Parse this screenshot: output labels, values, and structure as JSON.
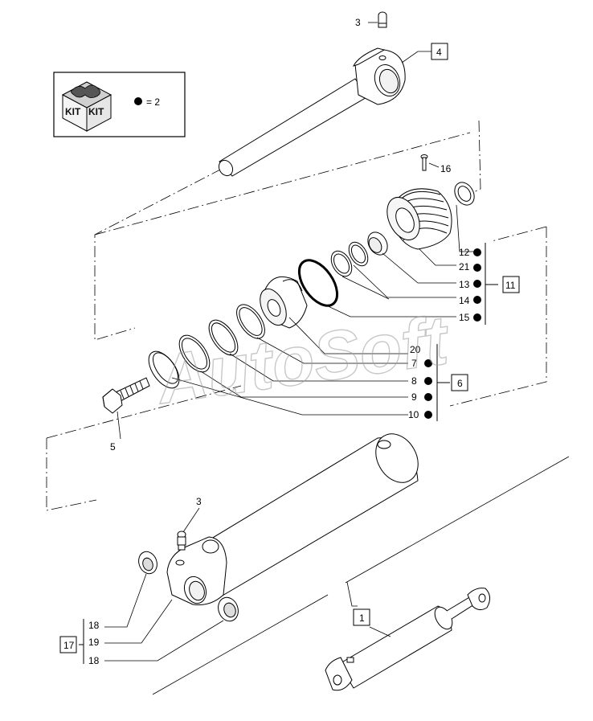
{
  "kit": {
    "label": "KIT",
    "legend": "= 2"
  },
  "watermark": "AutoSoft",
  "callouts": {
    "c3_top": "3",
    "c4": "4",
    "c16": "16",
    "c12": "12",
    "c21": "21",
    "c13": "13",
    "c11": "11",
    "c14": "14",
    "c15": "15",
    "c20": "20",
    "c7": "7",
    "c8": "8",
    "c6": "6",
    "c9": "9",
    "c10": "10",
    "c5": "5",
    "c3_bottom": "3",
    "c18_top": "18",
    "c17": "17",
    "c19": "19",
    "c18_bottom": "18",
    "c1": "1"
  }
}
